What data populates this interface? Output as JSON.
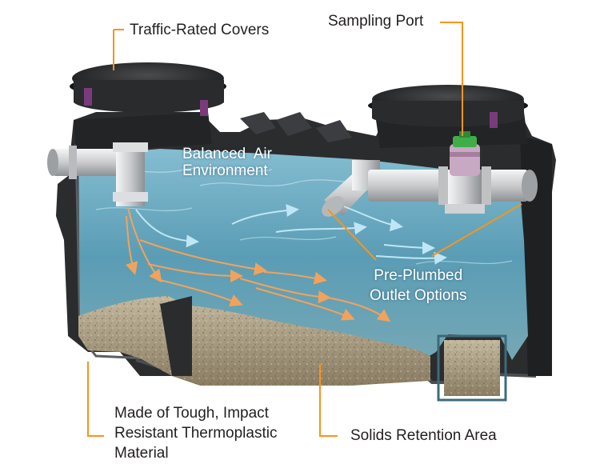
{
  "labels": {
    "traffic_covers": "Traffic-Rated Covers",
    "sampling_port": "Sampling Port",
    "balanced_air": [
      "Balanced  Air",
      "Environment"
    ],
    "outlet_options": [
      "Pre-Plumbed",
      "Outlet Options"
    ],
    "material": [
      "Made of Tough, Impact",
      "Resistant Thermoplastic",
      "Material"
    ],
    "solids_area": "Solids Retention Area"
  },
  "colors": {
    "leader": "#f7941d",
    "tank_body": "#2b2c2e",
    "water": "#5fa9c4",
    "sediment": "#a89a7e",
    "flow_light": "#bfe6f5",
    "flow_orange": "#f3a25a",
    "pipe": "#d6d8da",
    "port_cap": "#3fae49",
    "port_body": "#c9a8c4"
  },
  "icons": {
    "covers": "manhole-cover-icon",
    "port": "sampling-port-icon"
  }
}
